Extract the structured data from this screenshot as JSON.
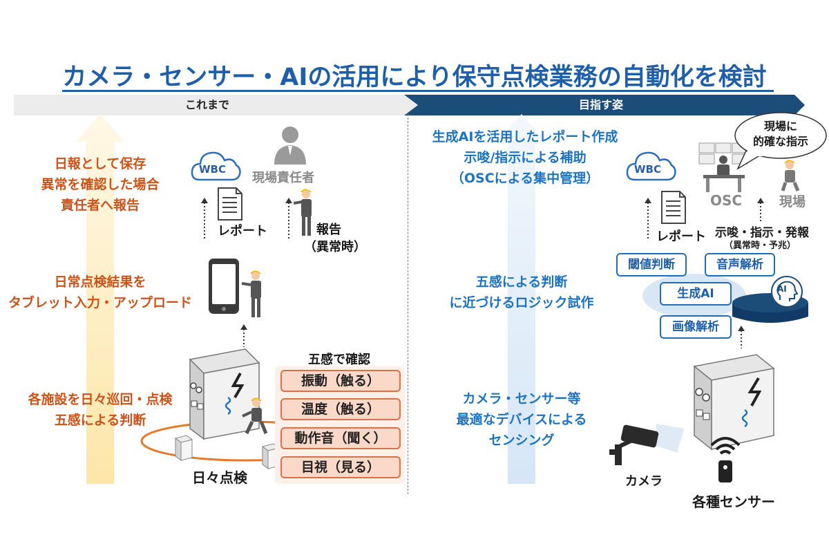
{
  "title": "カメラ・センサー・AIの活用により保守点検業務の自動化を検討",
  "header": {
    "left_label": "これまで",
    "right_label": "目指す姿"
  },
  "left": {
    "step_top": [
      "日報として保存",
      "異常を確認した場合",
      "責任者へ報告"
    ],
    "step_mid": [
      "日常点検結果を",
      "タブレット入力・アップロード"
    ],
    "step_bottom": [
      "各施設を日々巡回・点検",
      "五感による判断"
    ],
    "wbc": "WBC",
    "manager_label": "現場責任者",
    "report_label": "レポート",
    "report_note_1": "報告",
    "report_note_2": "（異常時）",
    "senses_title": "五感で確認",
    "senses": [
      "振動（触る）",
      "温度（触る）",
      "動作音（聞く）",
      "目視（見る）"
    ],
    "daily_label": "日々点検"
  },
  "right": {
    "step_top": [
      "生成AIを活用したレポート作成",
      "示唆/指示による補助",
      "（OSCによる集中管理）"
    ],
    "step_mid": [
      "五感による判断",
      "に近づけるロジック試作"
    ],
    "step_bottom": [
      "カメラ・センサー等",
      "最適なデバイスによる",
      "センシング"
    ],
    "wbc": "WBC",
    "osc_label": "OSC",
    "site_label": "現場",
    "bubble": [
      "現場に",
      "的確な指示"
    ],
    "report_label": "レポート",
    "suggest_label": "示唆・指示・発報",
    "suggest_note": "（異常時・予兆）",
    "ai_boxes": {
      "threshold": "閾値判断",
      "audio": "音声解析",
      "genai": "生成AI",
      "image": "画像解析"
    },
    "ai_icon": "AI",
    "camera_label": "カメラ",
    "sensor_label": "各種センサー"
  },
  "colors": {
    "title_blue": "#1f5fa8",
    "orange": "#c9541a",
    "blue_text": "#1e73be",
    "header_navy": "#1c4d79",
    "header_grey": "#ececec"
  },
  "icons": [
    "cloud-icon",
    "person-icon",
    "document-icon",
    "tablet-icon",
    "worker-icon",
    "equipment-cabinet-icon",
    "monitoring-desk-icon",
    "camera-icon",
    "wireless-sensor-icon",
    "ai-head-icon",
    "database-disk-icon"
  ]
}
